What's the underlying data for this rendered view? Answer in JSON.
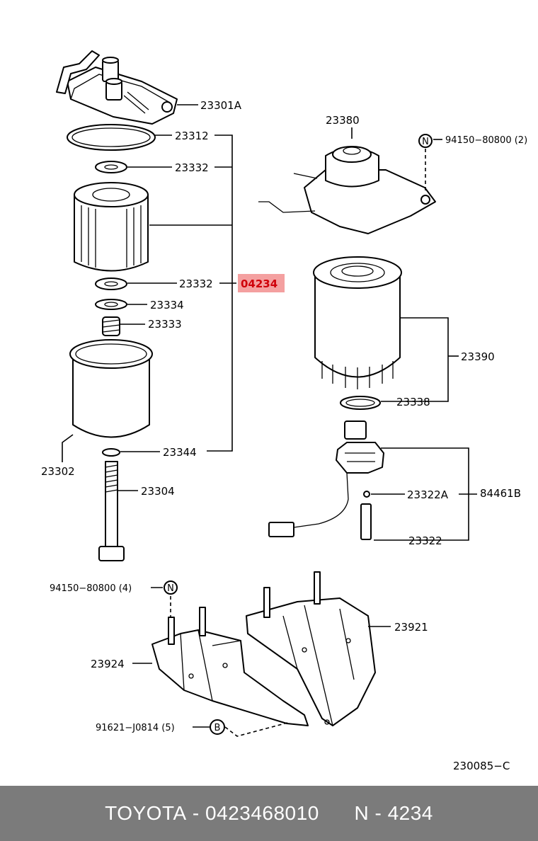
{
  "labels": {
    "p23301A": "23301A",
    "p23312": "23312",
    "p23332a": "23332",
    "p23332b": "23332",
    "p23334": "23334",
    "p23333": "23333",
    "p23302": "23302",
    "p23344": "23344",
    "p23304": "23304",
    "p23380": "23380",
    "p94150top": "94150−80800 (2)",
    "p23390": "23390",
    "p23338": "23338",
    "p23322A": "23322A",
    "p84461B": "84461B",
    "p23322": "23322",
    "p94150left": "94150−80800 (4)",
    "p23921": "23921",
    "p23924": "23924",
    "p91621": "91621−J0814 (5)",
    "callout_N1": "N",
    "callout_N2": "N",
    "callout_B": "B",
    "figure_code": "230085−C"
  },
  "highlight": {
    "text": "04234",
    "bg": "#f4a0a0",
    "color": "#d0000a"
  },
  "footer": {
    "brand": "TOYOTA",
    "part_number": "0423468010",
    "ref": "N - 4234",
    "bg": "#7b7b7b"
  }
}
